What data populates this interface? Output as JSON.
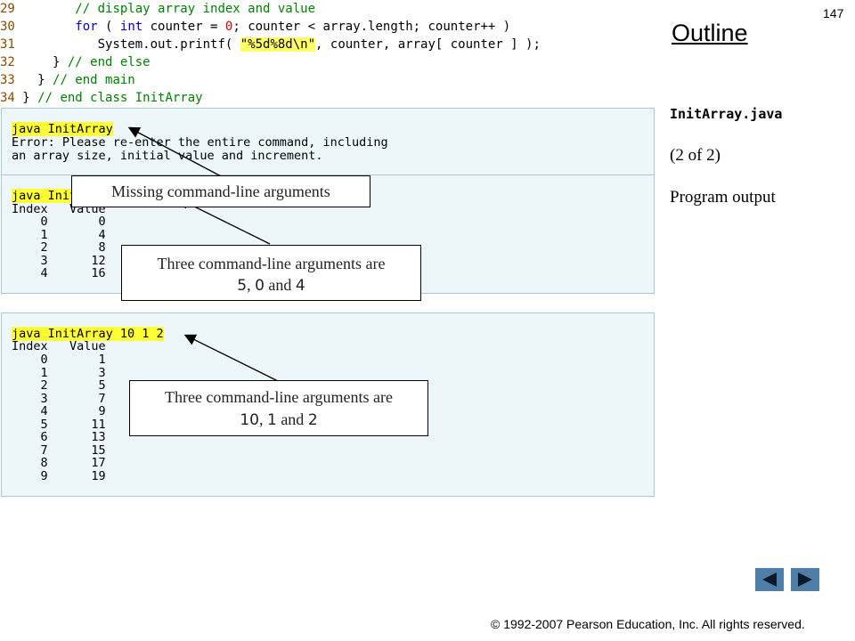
{
  "header": {
    "page_number": "147",
    "outline_title": "Outline"
  },
  "sidebar": {
    "file_name": "InitArray.java",
    "part": "(2 of 2)",
    "section": "Program output"
  },
  "code": [
    {
      "num": "29",
      "indent": "        ",
      "parts": [
        {
          "cls": "cm",
          "text": "// display array index and value"
        }
      ]
    },
    {
      "num": "30",
      "indent": "        ",
      "parts": [
        {
          "cls": "kw",
          "text": "for"
        },
        {
          "cls": "",
          "text": " ( "
        },
        {
          "cls": "kw",
          "text": "int"
        },
        {
          "cls": "",
          "text": " counter = "
        },
        {
          "cls": "num",
          "text": "0"
        },
        {
          "cls": "",
          "text": "; counter < array.length; counter++ )"
        }
      ]
    },
    {
      "num": "31",
      "indent": "           ",
      "parts": [
        {
          "cls": "",
          "text": "System.out.printf( "
        },
        {
          "cls": "str",
          "text": "\"%5d%8d\\n\""
        },
        {
          "cls": "",
          "text": ", counter, array[ counter ] );"
        }
      ]
    },
    {
      "num": "32",
      "indent": "     ",
      "parts": [
        {
          "cls": "",
          "text": "} "
        },
        {
          "cls": "cm",
          "text": "// end else"
        }
      ]
    },
    {
      "num": "33",
      "indent": "   ",
      "parts": [
        {
          "cls": "",
          "text": "} "
        },
        {
          "cls": "cm",
          "text": "// end main"
        }
      ]
    },
    {
      "num": "34",
      "indent": " ",
      "parts": [
        {
          "cls": "",
          "text": "} "
        },
        {
          "cls": "cm",
          "text": "// end class InitArray"
        }
      ]
    }
  ],
  "output1": {
    "command": "java InitArray",
    "lines": [
      "Error: Please re-enter the entire command, including",
      "an array size, initial value and increment."
    ]
  },
  "output2": {
    "command": "java InitArray 5 0 4",
    "header": "Index   Value",
    "rows": [
      "    0       0",
      "    1       4",
      "    2       8",
      "    3      12",
      "    4      16"
    ]
  },
  "output3": {
    "command": "java InitArray 10 1 2",
    "header": "Index   Value",
    "rows": [
      "    0       1",
      "    1       3",
      "    2       5",
      "    3       7",
      "    4       9",
      "    5      11",
      "    6      13",
      "    7      15",
      "    8      17",
      "    9      19"
    ]
  },
  "callouts": {
    "missing": "Missing command-line arguments",
    "three_a_line1": "Three command-line arguments are",
    "three_a_v1": "5",
    "three_a_sep1": ", ",
    "three_a_v2": "0",
    "three_a_and": " and ",
    "three_a_v3": "4",
    "three_b_line1": "Three command-line arguments are",
    "three_b_v1": "10",
    "three_b_sep1": ", ",
    "three_b_v2": "1",
    "three_b_and": " and ",
    "three_b_v3": "2"
  },
  "nav": {
    "prev_icon": "triangle-left-icon",
    "next_icon": "triangle-right-icon"
  },
  "footer": {
    "copyright": "© 1992-2007 Pearson Education, Inc.  All rights reserved."
  }
}
